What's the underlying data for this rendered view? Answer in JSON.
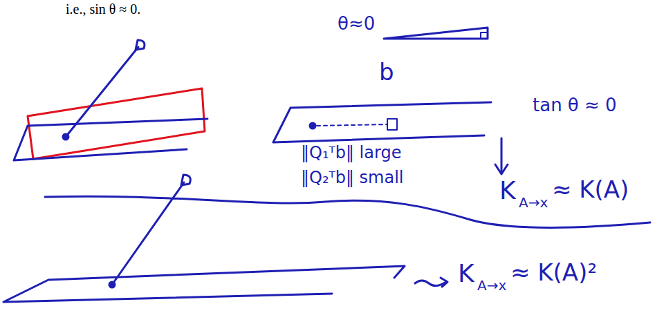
{
  "diagram": {
    "labels": [
      "i.e., sin θ ≈ 0.",
      "θ≈0",
      "b",
      "‖Q₁ᵀb‖ large",
      "‖Q₂ᵀb‖ small",
      "tan θ ≈ 0",
      "K",
      "A→x",
      "≈ K(A)",
      "K",
      "A→x",
      "≈ K(A)²"
    ]
  }
}
